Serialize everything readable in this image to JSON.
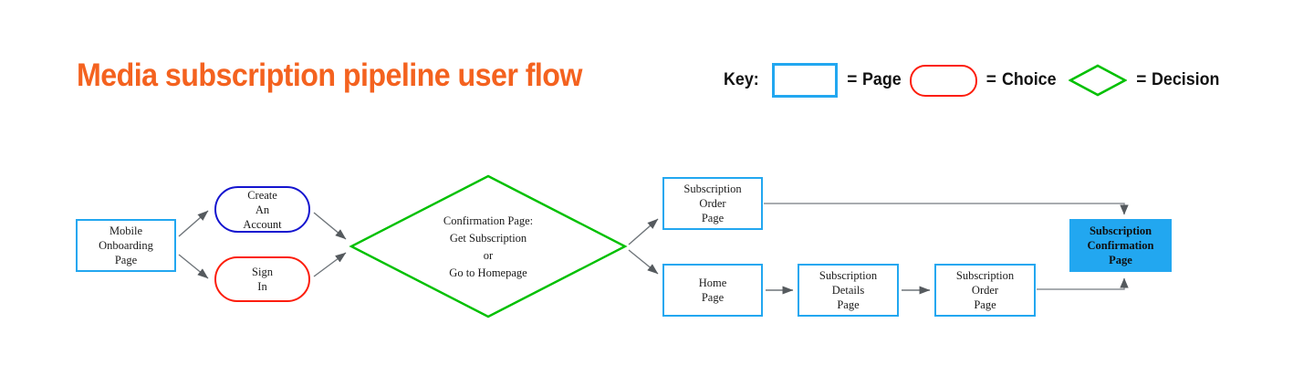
{
  "header": {
    "title": "Media subscription pipeline user flow",
    "title_color": "#f4621f"
  },
  "legend": {
    "label": "Key:",
    "equals": "=",
    "items": [
      {
        "shape": "rectangle",
        "shape_color": "#22a7f0",
        "label": "Page"
      },
      {
        "shape": "rounded-rectangle",
        "shape_color": "#fc1d0b",
        "label": "Choice"
      },
      {
        "shape": "diamond",
        "shape_color": "#00c000",
        "label": "Decision"
      }
    ]
  },
  "diagram": {
    "type": "flowchart",
    "nodes": [
      {
        "id": "mobile-onboarding-page",
        "kind": "page",
        "lines": [
          "Mobile",
          "Onboarding",
          "Page"
        ],
        "color": "#22a7f0"
      },
      {
        "id": "create-an-account",
        "kind": "choice",
        "lines": [
          "Create",
          "An",
          "Account"
        ],
        "color": "#1414cf"
      },
      {
        "id": "sign-in",
        "kind": "choice",
        "lines": [
          "Sign",
          "In"
        ],
        "color": "#fc1d0b"
      },
      {
        "id": "confirmation-decision",
        "kind": "decision",
        "lines": [
          "Confirmation Page:",
          "Get Subscription",
          "or",
          "Go to Homepage"
        ],
        "color": "#00c000"
      },
      {
        "id": "subscription-order-page-top",
        "kind": "page",
        "lines": [
          "Subscription",
          "Order",
          "Page"
        ],
        "color": "#22a7f0"
      },
      {
        "id": "home-page",
        "kind": "page",
        "lines": [
          "Home",
          "Page"
        ],
        "color": "#22a7f0"
      },
      {
        "id": "subscription-details-page",
        "kind": "page",
        "lines": [
          "Subscription",
          "Details",
          "Page"
        ],
        "color": "#22a7f0"
      },
      {
        "id": "subscription-order-page-bottom",
        "kind": "page",
        "lines": [
          "Subscription",
          "Order",
          "Page"
        ],
        "color": "#22a7f0"
      },
      {
        "id": "subscription-confirmation-page",
        "kind": "page-filled",
        "lines": [
          "Subscription",
          "Confirmation",
          "Page"
        ],
        "color": "#22a7f0"
      }
    ],
    "edges": [
      {
        "from": "mobile-onboarding-page",
        "to": "create-an-account"
      },
      {
        "from": "mobile-onboarding-page",
        "to": "sign-in"
      },
      {
        "from": "create-an-account",
        "to": "confirmation-decision"
      },
      {
        "from": "sign-in",
        "to": "confirmation-decision"
      },
      {
        "from": "confirmation-decision",
        "to": "subscription-order-page-top"
      },
      {
        "from": "confirmation-decision",
        "to": "home-page"
      },
      {
        "from": "subscription-order-page-top",
        "to": "subscription-confirmation-page"
      },
      {
        "from": "home-page",
        "to": "subscription-details-page"
      },
      {
        "from": "subscription-details-page",
        "to": "subscription-order-page-bottom"
      },
      {
        "from": "subscription-order-page-bottom",
        "to": "subscription-confirmation-page"
      }
    ]
  }
}
